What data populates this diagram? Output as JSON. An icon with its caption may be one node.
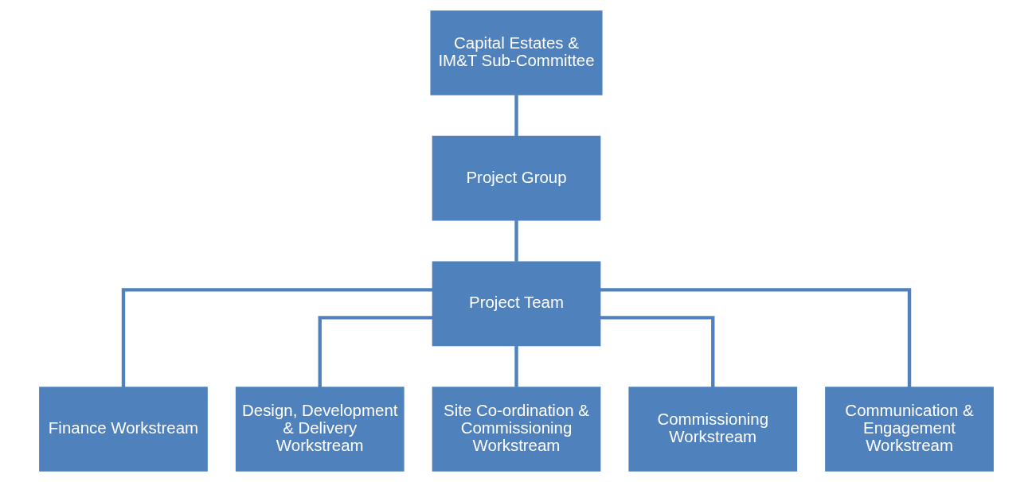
{
  "diagram": {
    "nodes": [
      {
        "text": [
          "Capital Estates & IM&T Sub-Committee"
        ]
      },
      {
        "text": [
          "Project Group"
        ]
      },
      {
        "text": [
          "Project Team"
        ]
      },
      {
        "text": [
          "Finance Workstream"
        ]
      },
      {
        "text": [
          "Design, Development & Delivery Workstream"
        ]
      },
      {
        "text": [
          "Site Co-ordination & Commissioning Workstream"
        ]
      },
      {
        "text": [
          "Commissioning Workstream"
        ]
      },
      {
        "text": [
          "Communication & Engagement Workstream"
        ]
      }
    ],
    "edges": [
      {
        "from": 0,
        "to": 1,
        "arrow": "none"
      },
      {
        "from": 1,
        "to": 2,
        "arrow": "none"
      },
      {
        "from": 2,
        "to": 3,
        "arrow": "none"
      },
      {
        "from": 2,
        "to": 4,
        "arrow": "none"
      },
      {
        "from": 2,
        "to": 5,
        "arrow": "none"
      },
      {
        "from": 2,
        "to": 6,
        "arrow": "none"
      },
      {
        "from": 2,
        "to": 7,
        "arrow": "none"
      }
    ]
  }
}
